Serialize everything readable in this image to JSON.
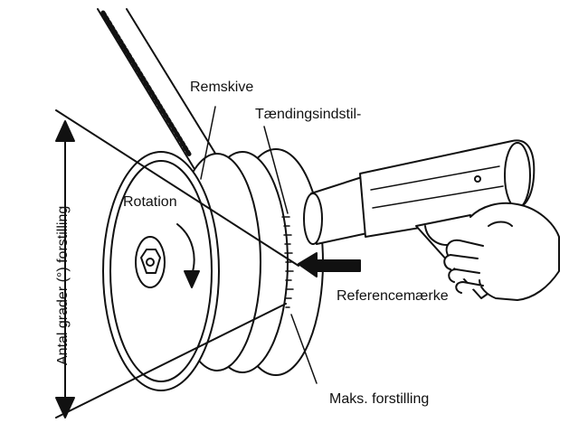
{
  "labels": {
    "pulley": "Remskive",
    "timing_marks": "Tændingsindstil-",
    "rotation": "Rotation",
    "reference_mark": "Referencemærke",
    "max_advance": "Maks. forstilling",
    "advance_degrees": "Antal grader (°) forstilling"
  },
  "colors": {
    "line": "#111111",
    "background": "#ffffff",
    "hand_fill": "#ffffff"
  },
  "icons": {
    "rotation_arrow": "curved-arrow-down-icon",
    "reference_pointer": "arrow-left-icon",
    "bolt": "hex-bolt-icon"
  }
}
